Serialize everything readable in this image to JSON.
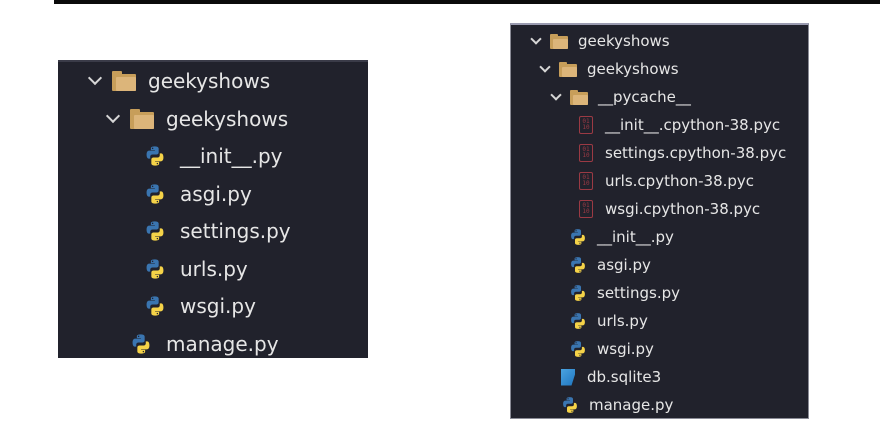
{
  "left_tree": {
    "items": [
      {
        "type": "folder",
        "label": "geekyshows",
        "expanded": true,
        "depth": 0
      },
      {
        "type": "folder",
        "label": "geekyshows",
        "expanded": true,
        "depth": 1
      },
      {
        "type": "python",
        "label": "__init__.py",
        "depth": 2
      },
      {
        "type": "python",
        "label": "asgi.py",
        "depth": 2
      },
      {
        "type": "python",
        "label": "settings.py",
        "depth": 2
      },
      {
        "type": "python",
        "label": "urls.py",
        "depth": 2
      },
      {
        "type": "python",
        "label": "wsgi.py",
        "depth": 2
      },
      {
        "type": "python",
        "label": "manage.py",
        "depth": 1
      }
    ]
  },
  "right_tree": {
    "items": [
      {
        "type": "folder",
        "label": "geekyshows",
        "expanded": true,
        "depth": 0
      },
      {
        "type": "folder",
        "label": "geekyshows",
        "expanded": true,
        "depth": 1
      },
      {
        "type": "folder",
        "label": "__pycache__",
        "expanded": true,
        "depth": 2
      },
      {
        "type": "binary",
        "label": "__init__.cpython-38.pyc",
        "depth": 3
      },
      {
        "type": "binary",
        "label": "settings.cpython-38.pyc",
        "depth": 3
      },
      {
        "type": "binary",
        "label": "urls.cpython-38.pyc",
        "depth": 3
      },
      {
        "type": "binary",
        "label": "wsgi.cpython-38.pyc",
        "depth": 3
      },
      {
        "type": "python",
        "label": "__init__.py",
        "depth": 2
      },
      {
        "type": "python",
        "label": "asgi.py",
        "depth": 2
      },
      {
        "type": "python",
        "label": "settings.py",
        "depth": 2
      },
      {
        "type": "python",
        "label": "urls.py",
        "depth": 2
      },
      {
        "type": "python",
        "label": "wsgi.py",
        "depth": 2
      },
      {
        "type": "database",
        "label": "db.sqlite3",
        "depth": 1
      },
      {
        "type": "python",
        "label": "manage.py",
        "depth": 1
      }
    ]
  },
  "icons": {
    "folder": "folder-open-icon",
    "python": "python-icon",
    "binary": "binary-file-icon",
    "database": "database-icon"
  },
  "colors": {
    "panel_bg": "#21222c",
    "folder": "#dcb57a",
    "python_blue": "#3a75b0",
    "python_yellow": "#f5d348",
    "pyc_red": "#9b3a44",
    "db_blue": "#2f8ad4",
    "text": "#e6e6e6"
  }
}
